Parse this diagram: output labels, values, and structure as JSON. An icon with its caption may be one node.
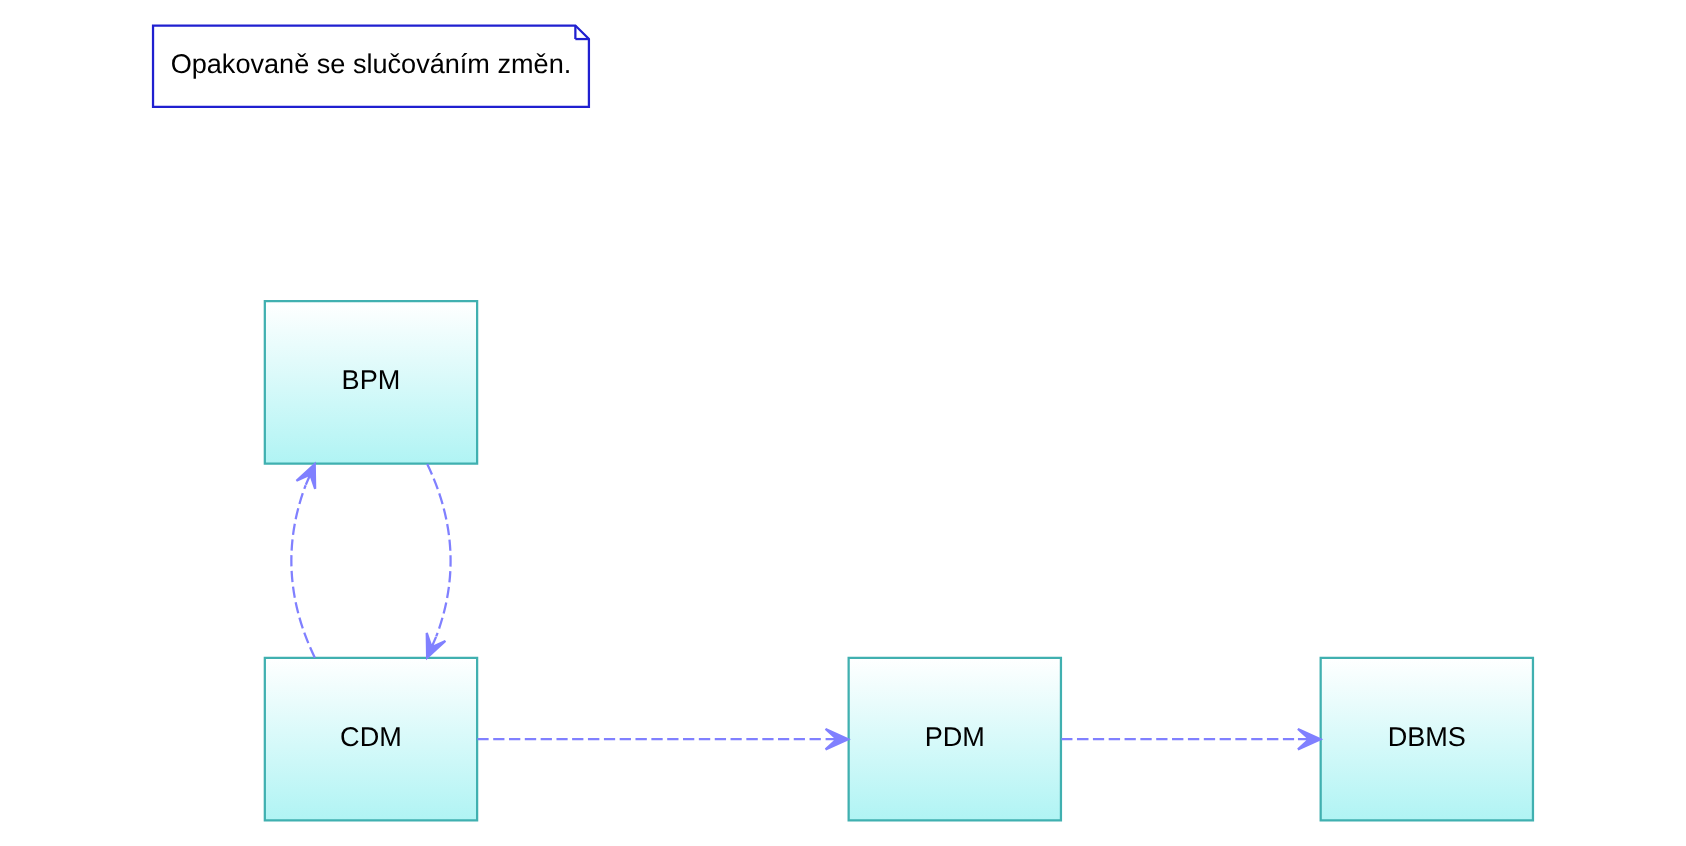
{
  "diagram": {
    "nodes": [
      {
        "text": [
          "CDM"
        ]
      },
      {
        "text": [
          "Opakovaně se slučováním změn."
        ]
      },
      {
        "text": [
          "PDM"
        ]
      },
      {
        "text": [
          "DBMS"
        ]
      },
      {
        "text": [
          "BPM"
        ]
      }
    ],
    "edges": [
      {
        "from": 0,
        "to": 2,
        "arrow": "to",
        "style": "dashed"
      },
      {
        "from": 2,
        "to": 3,
        "arrow": "to",
        "style": "dashed"
      },
      {
        "from": 4,
        "to": 0,
        "arrow": "to",
        "style": "dashed"
      },
      {
        "from": 0,
        "to": 4,
        "arrow": "to",
        "style": "dashed"
      }
    ]
  }
}
